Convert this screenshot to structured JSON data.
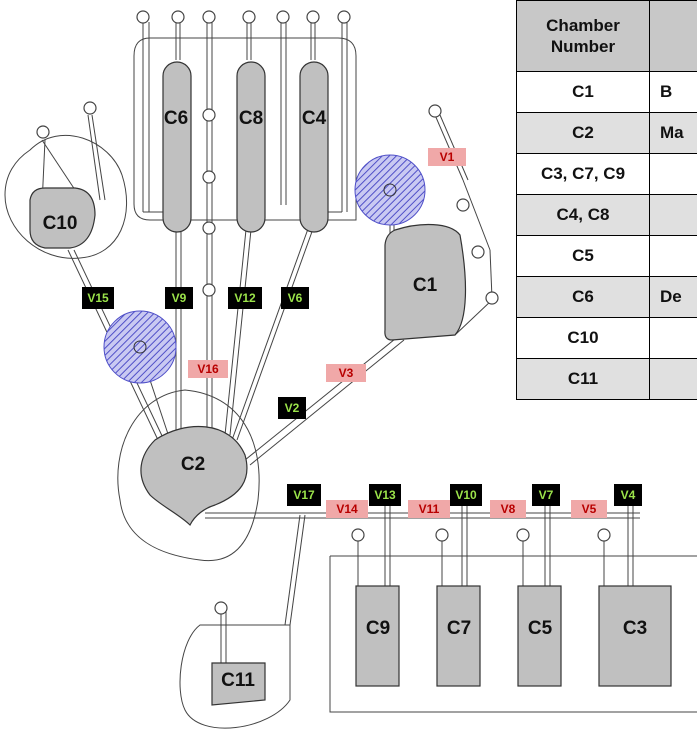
{
  "diagram": {
    "chambers": {
      "c1": "C1",
      "c2": "C2",
      "c3": "C3",
      "c4": "C4",
      "c5": "C5",
      "c6": "C6",
      "c7": "C7",
      "c8": "C8",
      "c9": "C9",
      "c10": "C10",
      "c11": "C11"
    },
    "valves": {
      "v1": "V1",
      "v2": "V2",
      "v3": "V3",
      "v4": "V4",
      "v5": "V5",
      "v6": "V6",
      "v7": "V7",
      "v8": "V8",
      "v9": "V9",
      "v10": "V10",
      "v11": "V11",
      "v12": "V12",
      "v13": "V13",
      "v14": "V14",
      "v15": "V15",
      "v16": "V16",
      "v17": "V17"
    }
  },
  "table": {
    "header_col1": "Chamber Number",
    "rows": [
      {
        "chamber": "C1",
        "desc": "B"
      },
      {
        "chamber": "C2",
        "desc": "Ma"
      },
      {
        "chamber": "C3, C7, C9",
        "desc": ""
      },
      {
        "chamber": "C4, C8",
        "desc": ""
      },
      {
        "chamber": "C5",
        "desc": ""
      },
      {
        "chamber": "C6",
        "desc": "De"
      },
      {
        "chamber": "C10",
        "desc": ""
      },
      {
        "chamber": "C11",
        "desc": ""
      }
    ]
  }
}
